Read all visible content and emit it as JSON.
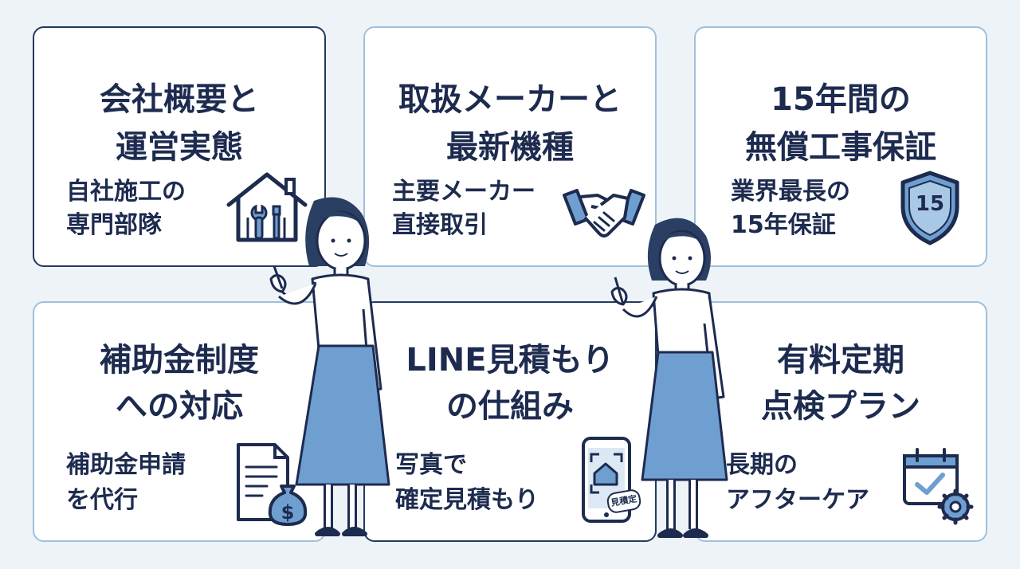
{
  "cards": [
    {
      "title_line1": "会社概要と",
      "title_line2": "運営実態",
      "sub_line1": "自社施工の",
      "sub_line2": "専門部隊",
      "icon": "house-tools-icon"
    },
    {
      "title_line1": "取扱メーカーと",
      "title_line2": "最新機種",
      "sub_line1": "主要メーカー",
      "sub_line2": "直接取引",
      "icon": "handshake-icon"
    },
    {
      "title_line1": "15年間の",
      "title_line2": "無償工事保証",
      "sub_line1": "業界最長の",
      "sub_line2": "15年保証",
      "icon": "shield-icon",
      "icon_text": "15"
    },
    {
      "title_line1": "補助金制度",
      "title_line2": "への対応",
      "sub_line1": "補助金申請",
      "sub_line2": "を代行",
      "icon": "document-money-icon"
    },
    {
      "title_line1": "LINE見積もり",
      "title_line2": "の仕組み",
      "sub_line1": "写真で",
      "sub_line2": "確定見積もり",
      "icon": "smartphone-estimate-icon",
      "icon_text": "見積定"
    },
    {
      "title_line1": "有料定期",
      "title_line2": "点検プラン",
      "sub_line1": "長期の",
      "sub_line2": "アフターケア",
      "icon": "calendar-gear-icon"
    }
  ],
  "colors": {
    "navy": "#1d2b4f",
    "accent_blue": "#6f9fd0",
    "border": "#9ec0dc",
    "background": "#eef3f8"
  }
}
